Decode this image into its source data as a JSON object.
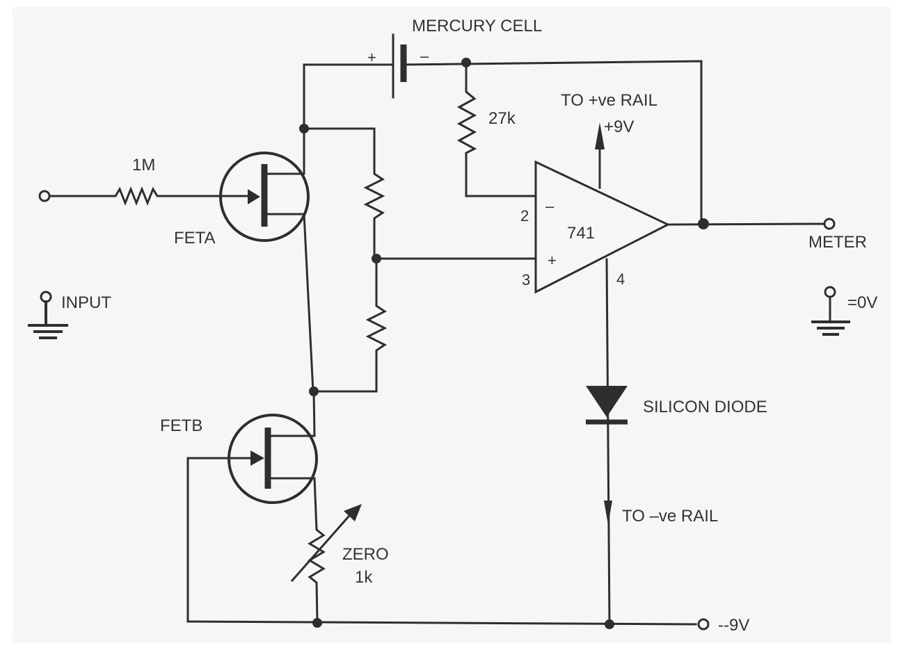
{
  "diagram": {
    "type": "circuit-schematic",
    "colors": {
      "ink": "#2e2e2e",
      "paper": "#f6f6f4"
    },
    "labels": {
      "mercury_cell": "MERCURY CELL",
      "cell_plus": "+",
      "cell_minus": "–",
      "r_27k": "27k",
      "pos_rail_line1": "TO +ve RAIL",
      "pos_rail_line2": "+9V",
      "r_1m": "1M",
      "feta": "FETA",
      "fetb": "FETB",
      "input": "INPUT",
      "opamp": "741",
      "pin2": "2",
      "pin3": "3",
      "pin4": "4",
      "inv": "–",
      "noninv": "+",
      "meter": "METER",
      "zero_v": "=0V",
      "silicon_diode": "SILICON DIODE",
      "neg_rail": "TO –ve RAIL",
      "zero_pot_line1": "ZERO",
      "zero_pot_line2": "1k",
      "neg_9v": "--9V"
    },
    "components": [
      {
        "id": "mercury-cell",
        "kind": "battery"
      },
      {
        "id": "r-27k",
        "kind": "resistor",
        "value": "27k"
      },
      {
        "id": "r-1m",
        "kind": "resistor",
        "value": "1M"
      },
      {
        "id": "feta",
        "kind": "jfet"
      },
      {
        "id": "fetb",
        "kind": "jfet"
      },
      {
        "id": "r-divider-top",
        "kind": "resistor"
      },
      {
        "id": "r-divider-bottom",
        "kind": "resistor"
      },
      {
        "id": "opamp-741",
        "kind": "op-amp",
        "value": "741"
      },
      {
        "id": "silicon-diode",
        "kind": "diode"
      },
      {
        "id": "zero-pot",
        "kind": "variable-resistor",
        "value": "1k"
      }
    ]
  }
}
